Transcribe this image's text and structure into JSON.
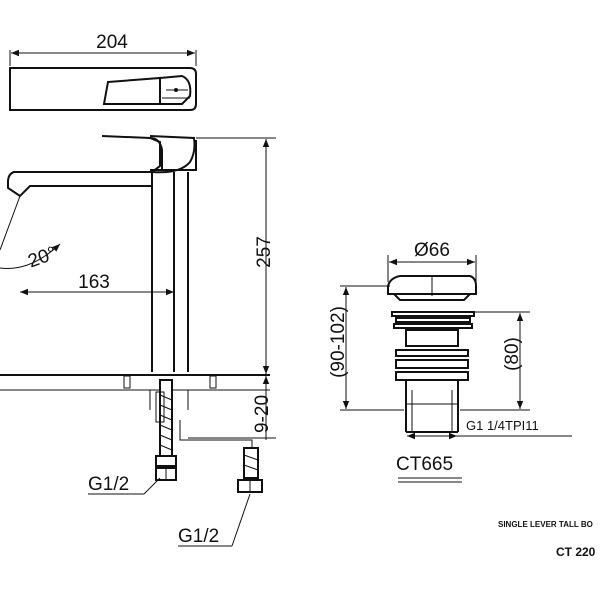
{
  "faucet": {
    "dim_width": "204",
    "dim_height": "257",
    "dim_reach": "163",
    "dim_angle": "20°",
    "dim_mount": "9-20",
    "thread_left": "G1/2",
    "thread_right": "G1/2"
  },
  "waste": {
    "dim_diameter": "Ø66",
    "dim_range": "(90-102)",
    "dim_body": "(80)",
    "thread": "G1 1/4TPI11",
    "part_code": "CT665"
  },
  "title_block": {
    "description": "SINGLE LEVER TALL BO",
    "model": "CT 220"
  }
}
